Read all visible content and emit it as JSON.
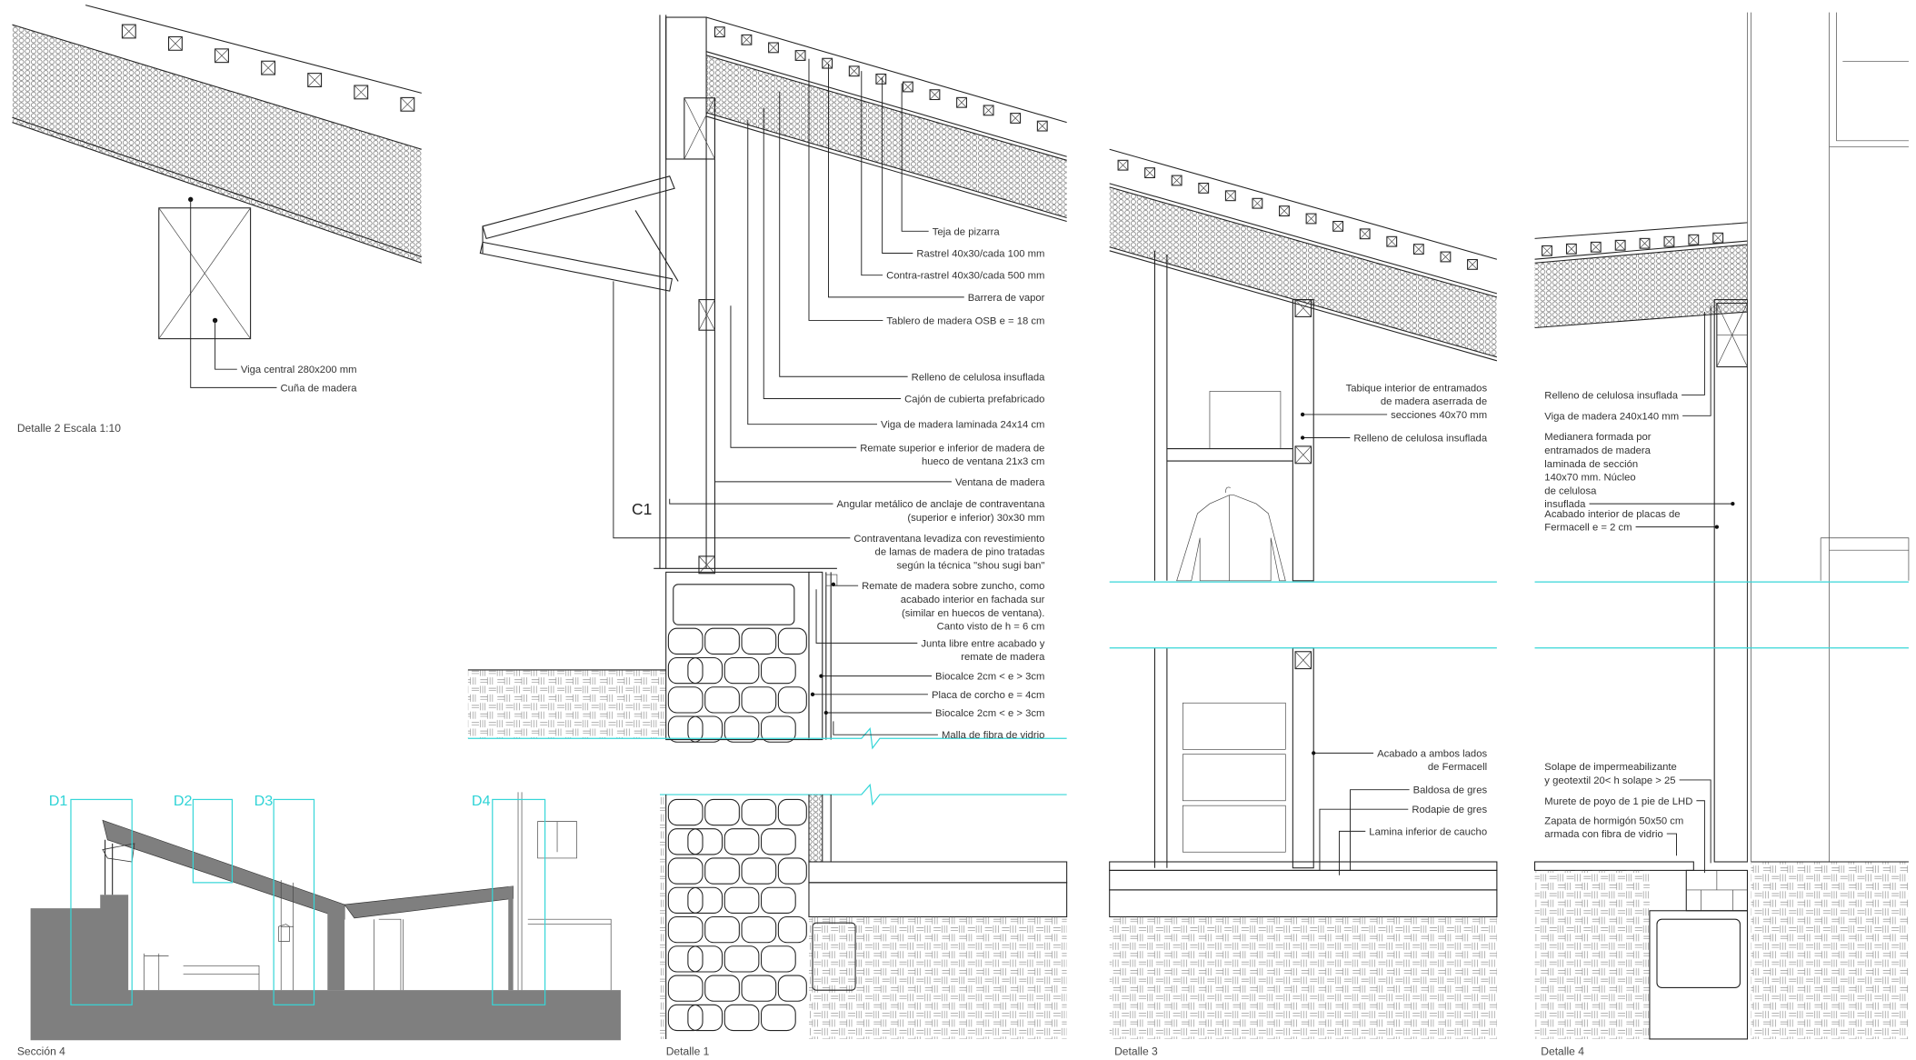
{
  "detail2": {
    "caption": "Detalle 2 Escala 1:10",
    "labels": [
      {
        "lines": [
          "Viga central 280x200 mm"
        ]
      },
      {
        "lines": [
          "Cuña de madera"
        ]
      }
    ]
  },
  "detail1": {
    "caption": "Detalle 1",
    "marker": "C1",
    "labels": [
      {
        "lines": [
          "Teja de pizarra"
        ]
      },
      {
        "lines": [
          "Rastrel  40x30/cada 100 mm"
        ]
      },
      {
        "lines": [
          "Contra-rastrel  40x30/cada 500 mm"
        ]
      },
      {
        "lines": [
          "Barrera de vapor"
        ]
      },
      {
        "lines": [
          "Tablero de madera OSB e = 18 cm"
        ]
      },
      {
        "lines": [
          "Relleno de celulosa insuflada"
        ]
      },
      {
        "lines": [
          "Cajón de cubierta prefabricado"
        ]
      },
      {
        "lines": [
          "Viga de madera laminada 24x14 cm"
        ]
      },
      {
        "lines": [
          "Remate superior e inferior de madera de",
          "hueco de ventana  21x3 cm"
        ]
      },
      {
        "lines": [
          "Ventana de madera"
        ]
      },
      {
        "lines": [
          "Angular metálico de anclaje de contraventana",
          "(superior e inferior) 30x30 mm"
        ]
      },
      {
        "lines": [
          "Contraventana levadiza con  revestimiento",
          "de lamas de madera de pino tratadas",
          "según la técnica \"shou sugi ban\""
        ]
      },
      {
        "lines": [
          "Remate de madera sobre zuncho, como",
          "acabado interior en fachada sur",
          "(similar en huecos de ventana).",
          "Canto visto de h = 6 cm"
        ]
      },
      {
        "lines": [
          "Junta libre entre acabado y",
          "remate de madera"
        ]
      },
      {
        "lines": [
          "Biocalce 2cm < e > 3cm"
        ]
      },
      {
        "lines": [
          "Placa de corcho e = 4cm"
        ]
      },
      {
        "lines": [
          "Biocalce 2cm < e > 3cm"
        ]
      },
      {
        "lines": [
          "Malla de fibra de vidrio"
        ]
      }
    ]
  },
  "detail3": {
    "caption": "Detalle 3",
    "labels": [
      {
        "lines": [
          "Tabique interior de entramados",
          "de madera aserrada  de",
          "secciones 40x70 mm"
        ]
      },
      {
        "lines": [
          "Relleno de celulosa insuflada"
        ]
      },
      {
        "lines": [
          "Acabado a ambos lados",
          "de Fermacell"
        ]
      },
      {
        "lines": [
          "Baldosa de gres"
        ]
      },
      {
        "lines": [
          "Rodapie de gres"
        ]
      },
      {
        "lines": [
          "Lamina inferior de caucho"
        ]
      }
    ]
  },
  "detail4": {
    "caption": "Detalle 4",
    "labels": [
      {
        "lines": [
          "Relleno de celulosa insuflada"
        ]
      },
      {
        "lines": [
          "Viga de madera 240x140 mm"
        ]
      },
      {
        "lines": [
          "Medianera formada por",
          "entramados de madera",
          "laminada de sección",
          "140x70 mm. Núcleo",
          "de celulosa",
          "insuflada"
        ]
      },
      {
        "lines": [
          "Acabado interior de placas de",
          "Fermacell e = 2 cm"
        ]
      },
      {
        "lines": [
          "Solape de  impermeabilizante",
          "y geotextil 20< h solape > 25"
        ]
      },
      {
        "lines": [
          "Murete de poyo de 1 pie de LHD"
        ]
      },
      {
        "lines": [
          "Zapata de hormigón 50x50 cm",
          "armada con fibra de vidrio"
        ]
      }
    ]
  },
  "section4": {
    "caption": "Sección 4",
    "markers": [
      "D1",
      "D2",
      "D3",
      "D4"
    ]
  },
  "colors": {
    "cyan": "#36d6d8",
    "section_fill": "#7f7f7f",
    "ink": "#222222"
  }
}
